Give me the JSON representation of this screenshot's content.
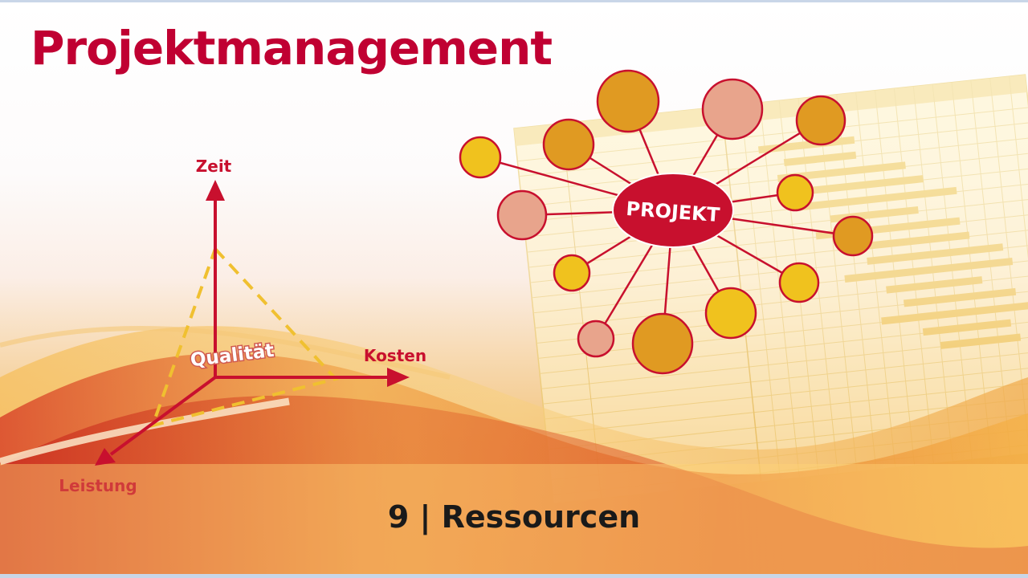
{
  "slide": {
    "title": "Projektmanagement",
    "subtitle": "9 | Ressourcen"
  },
  "triangle": {
    "axes": {
      "top": "Zeit",
      "right": "Kosten",
      "bottom_left": "Leistung"
    },
    "center": "Qualität"
  },
  "network": {
    "center": "PROJEKT"
  },
  "colors": {
    "title": "#c00032",
    "axis": "#c8102e",
    "center_ellipse": "#c8102e",
    "dashed_triangle": "#f0c030",
    "node_orange": "#e09a22",
    "node_salmon": "#e8a48c",
    "node_yellow": "#f0c21e"
  }
}
